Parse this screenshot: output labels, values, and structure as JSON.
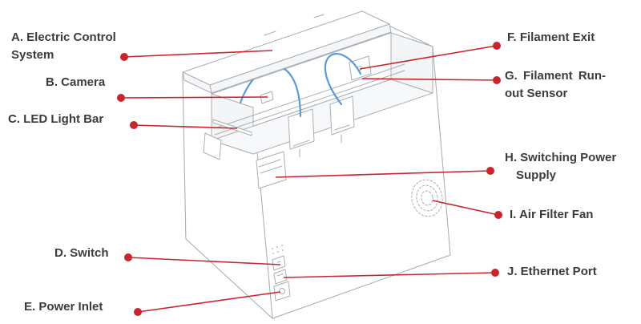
{
  "callouts": [
    {
      "id": "A",
      "label": "A. Electric Control System",
      "lines": [
        "A. Electric Control",
        "System"
      ]
    },
    {
      "id": "B",
      "label": "B. Camera",
      "lines": [
        "B. Camera"
      ]
    },
    {
      "id": "C",
      "label": "C. LED Light Bar",
      "lines": [
        "C. LED Light Bar"
      ]
    },
    {
      "id": "D",
      "label": "D. Switch",
      "lines": [
        "D. Switch"
      ]
    },
    {
      "id": "E",
      "label": "E. Power Inlet",
      "lines": [
        "E. Power Inlet"
      ]
    },
    {
      "id": "F",
      "label": "F. Filament Exit",
      "lines": [
        "F. Filament Exit"
      ]
    },
    {
      "id": "G",
      "label": "G. Filament Run-out Sensor",
      "lines": [
        "G. Filament Run-",
        "out Sensor"
      ]
    },
    {
      "id": "H",
      "label": "H. Switching Power Supply",
      "lines": [
        "H. Switching Power",
        "Supply"
      ]
    },
    {
      "id": "I",
      "label": "I. Air Filter Fan",
      "lines": [
        "I. Air Filter Fan"
      ]
    },
    {
      "id": "J",
      "label": "J. Ethernet Port",
      "lines": [
        "J. Ethernet Port"
      ]
    }
  ],
  "colors": {
    "leader": "#c9252c",
    "line_art": "#a9afb5",
    "tube": "#5b9bd5",
    "text": "#3c3c3c"
  }
}
